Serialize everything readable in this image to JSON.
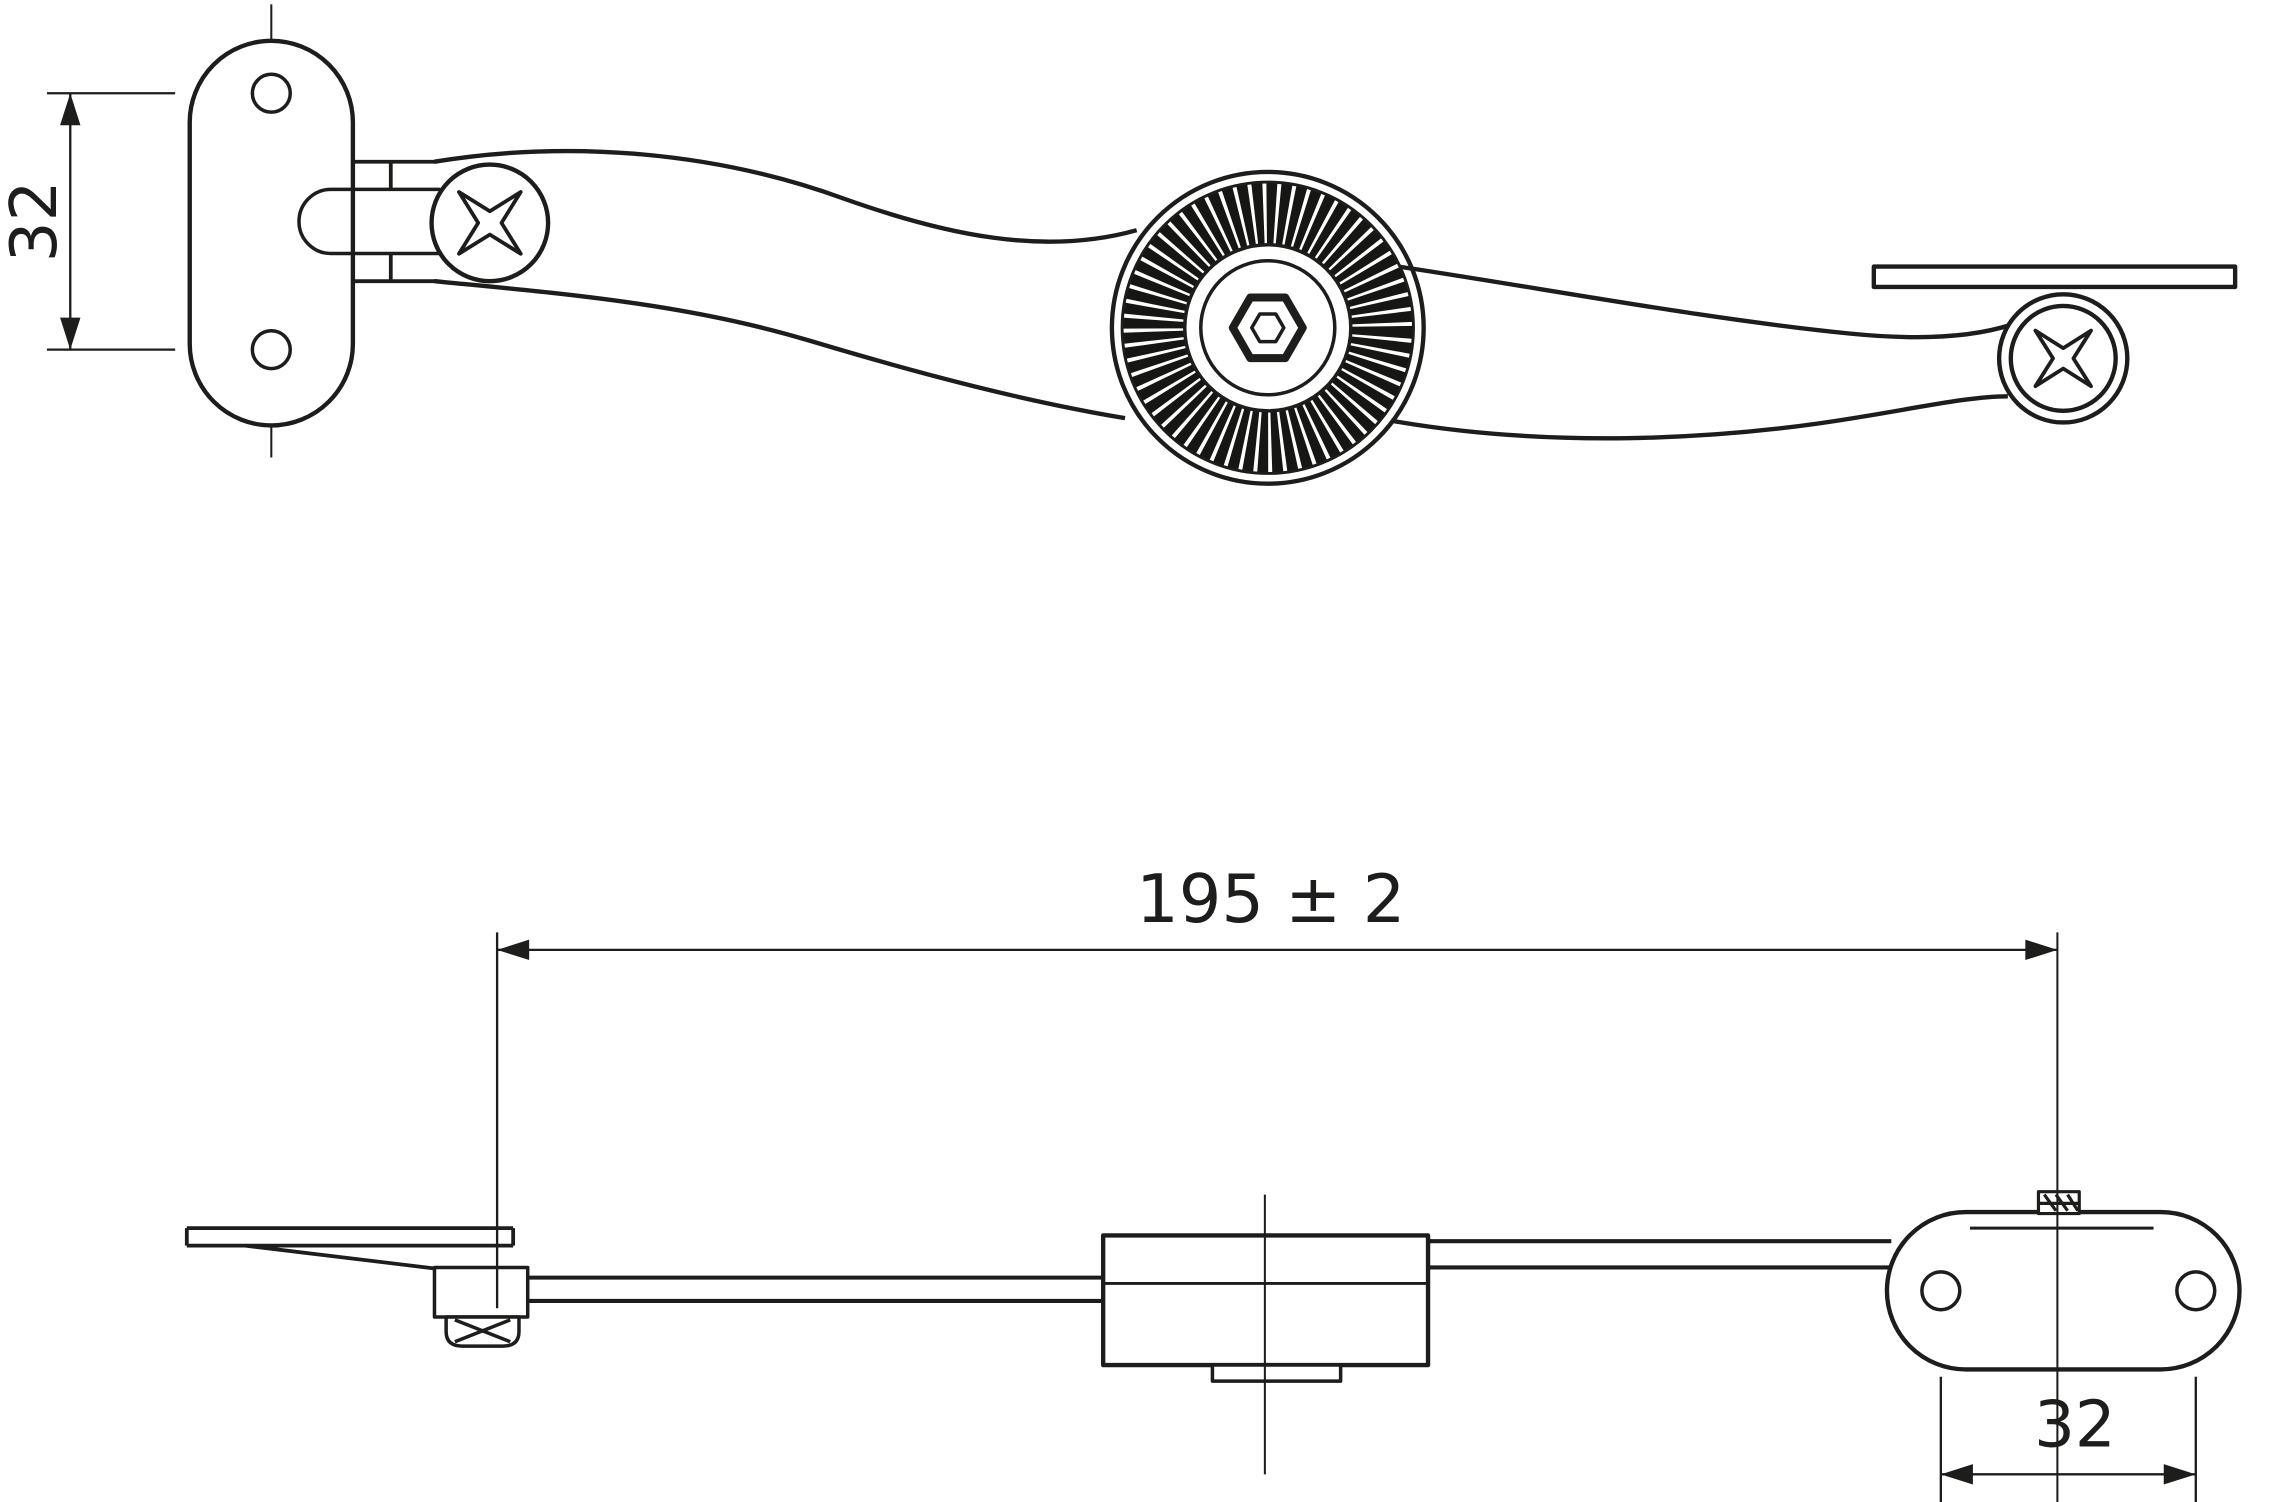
{
  "drawing": {
    "background_color": "#ffffff",
    "line_color": "#1d1d1b",
    "dimensions": {
      "left_hole_spacing": "32",
      "overall_length": "195 ± 2",
      "right_hole_spacing": "32"
    }
  }
}
